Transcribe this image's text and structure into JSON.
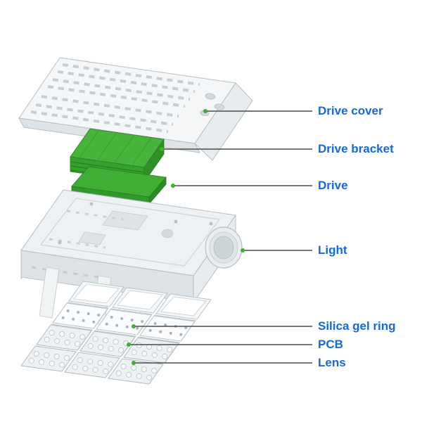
{
  "diagram": {
    "labels": [
      {
        "text": "Drive cover"
      },
      {
        "text": "Drive bracket"
      },
      {
        "text": "Drive"
      },
      {
        "text": "Light"
      },
      {
        "text": "Silica gel ring"
      },
      {
        "text": "PCB"
      },
      {
        "text": "Lens"
      }
    ],
    "colors": {
      "label_text": "#1668dc",
      "leader_line": "#4a4a4a",
      "leader_dot": "#3fae34",
      "drive_green": "#45b33a",
      "housing_gray": "#eef1f3"
    }
  }
}
